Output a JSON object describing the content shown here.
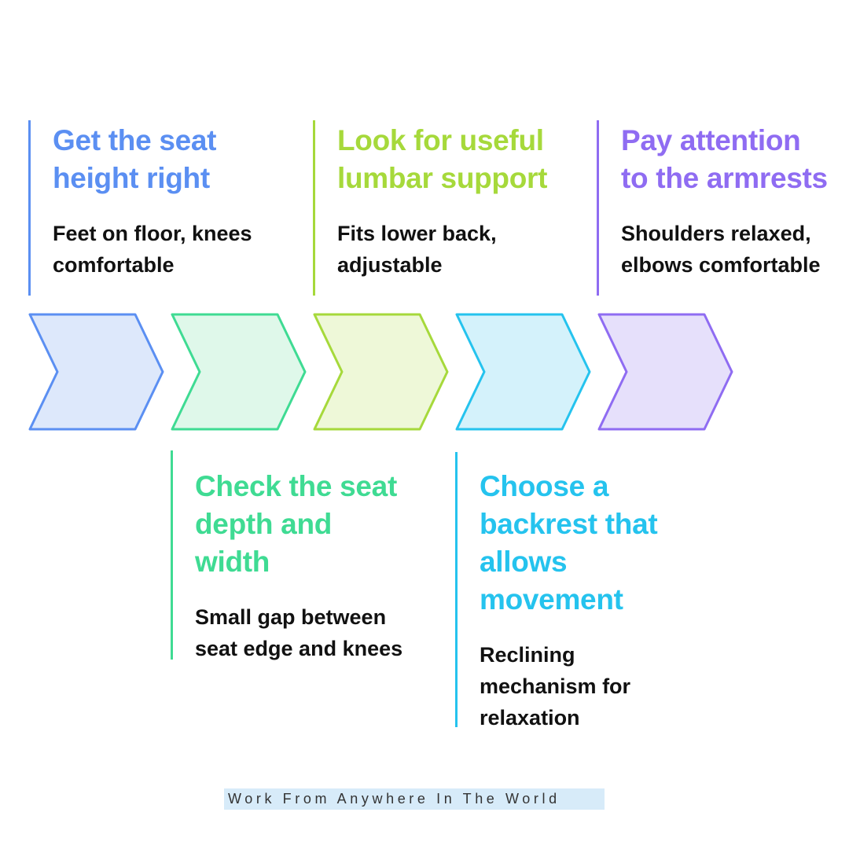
{
  "steps": [
    {
      "title_lines": [
        "Get the seat",
        "height right"
      ],
      "desc_lines": [
        "Feet on floor, knees",
        "comfortable"
      ],
      "color": "#5b8ff2",
      "fill": "#dde8fb"
    },
    {
      "title_lines": [
        "Check the seat",
        "depth and",
        "width"
      ],
      "desc_lines": [
        "Small gap between",
        "seat edge and knees"
      ],
      "color": "#3fdb93",
      "fill": "#dff8ea"
    },
    {
      "title_lines": [
        "Look for useful",
        "lumbar support"
      ],
      "desc_lines": [
        "Fits lower back,",
        "adjustable"
      ],
      "color": "#a6d93b",
      "fill": "#eef8d8"
    },
    {
      "title_lines": [
        "Choose a",
        "backrest that",
        "allows",
        "movement"
      ],
      "desc_lines": [
        "Reclining",
        "mechanism for",
        "relaxation"
      ],
      "color": "#25c3ee",
      "fill": "#d4f2fb"
    },
    {
      "title_lines": [
        "Pay attention",
        "to the armrests"
      ],
      "desc_lines": [
        "Shoulders relaxed,",
        "elbows comfortable"
      ],
      "color": "#8f6cf2",
      "fill": "#e6e0fb"
    }
  ],
  "footer": {
    "text": "Work From Anywhere In The World",
    "background": "#d7ebf9"
  }
}
